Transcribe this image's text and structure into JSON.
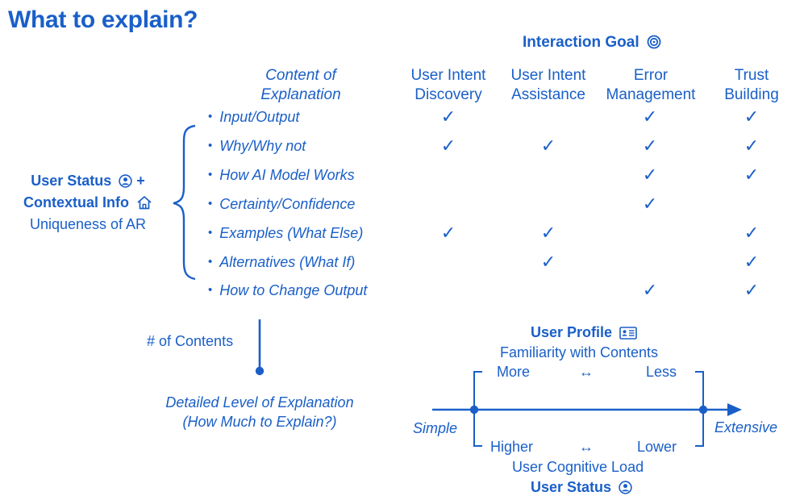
{
  "title": "What to explain?",
  "interaction_goal": "Interaction Goal",
  "content_header": [
    "Content of",
    "Explanation"
  ],
  "columns": [
    {
      "line1": "User Intent",
      "line2": "Discovery"
    },
    {
      "line1": "User Intent",
      "line2": "Assistance"
    },
    {
      "line1": "Error",
      "line2": "Management"
    },
    {
      "line1": "Trust",
      "line2": "Building"
    }
  ],
  "rows": [
    {
      "label": "Input/Output",
      "checks": [
        true,
        false,
        true,
        true
      ]
    },
    {
      "label": "Why/Why not",
      "checks": [
        true,
        true,
        true,
        true
      ]
    },
    {
      "label": "How AI Model Works",
      "checks": [
        false,
        false,
        true,
        true
      ]
    },
    {
      "label": "Certainty/Confidence",
      "checks": [
        false,
        false,
        true,
        false
      ]
    },
    {
      "label": "Examples (What Else)",
      "checks": [
        true,
        true,
        false,
        true
      ]
    },
    {
      "label": "Alternatives (What If)",
      "checks": [
        false,
        true,
        false,
        true
      ]
    },
    {
      "label": "How to Change Output",
      "checks": [
        false,
        false,
        true,
        true
      ]
    }
  ],
  "bullet": "•",
  "check_symbol": "✓",
  "side": {
    "user_status": "User Status",
    "plus": "+",
    "contextual_info": "Contextual Info",
    "uniqueness": "Uniqueness of AR"
  },
  "num_contents": "# of Contents",
  "detail": {
    "line1": "Detailed Level of Explanation",
    "line2": "(How Much to Explain?)"
  },
  "scale": {
    "user_profile": "User Profile",
    "familiarity": "Familiarity with Contents",
    "more": "More",
    "less": "Less",
    "arrow": "↔",
    "simple": "Simple",
    "extensive": "Extensive",
    "higher": "Higher",
    "lower": "Lower",
    "cognitive_load": "User Cognitive Load",
    "user_status": "User Status"
  },
  "colors": {
    "primary": "#1a5fc8",
    "background": "#ffffff"
  }
}
